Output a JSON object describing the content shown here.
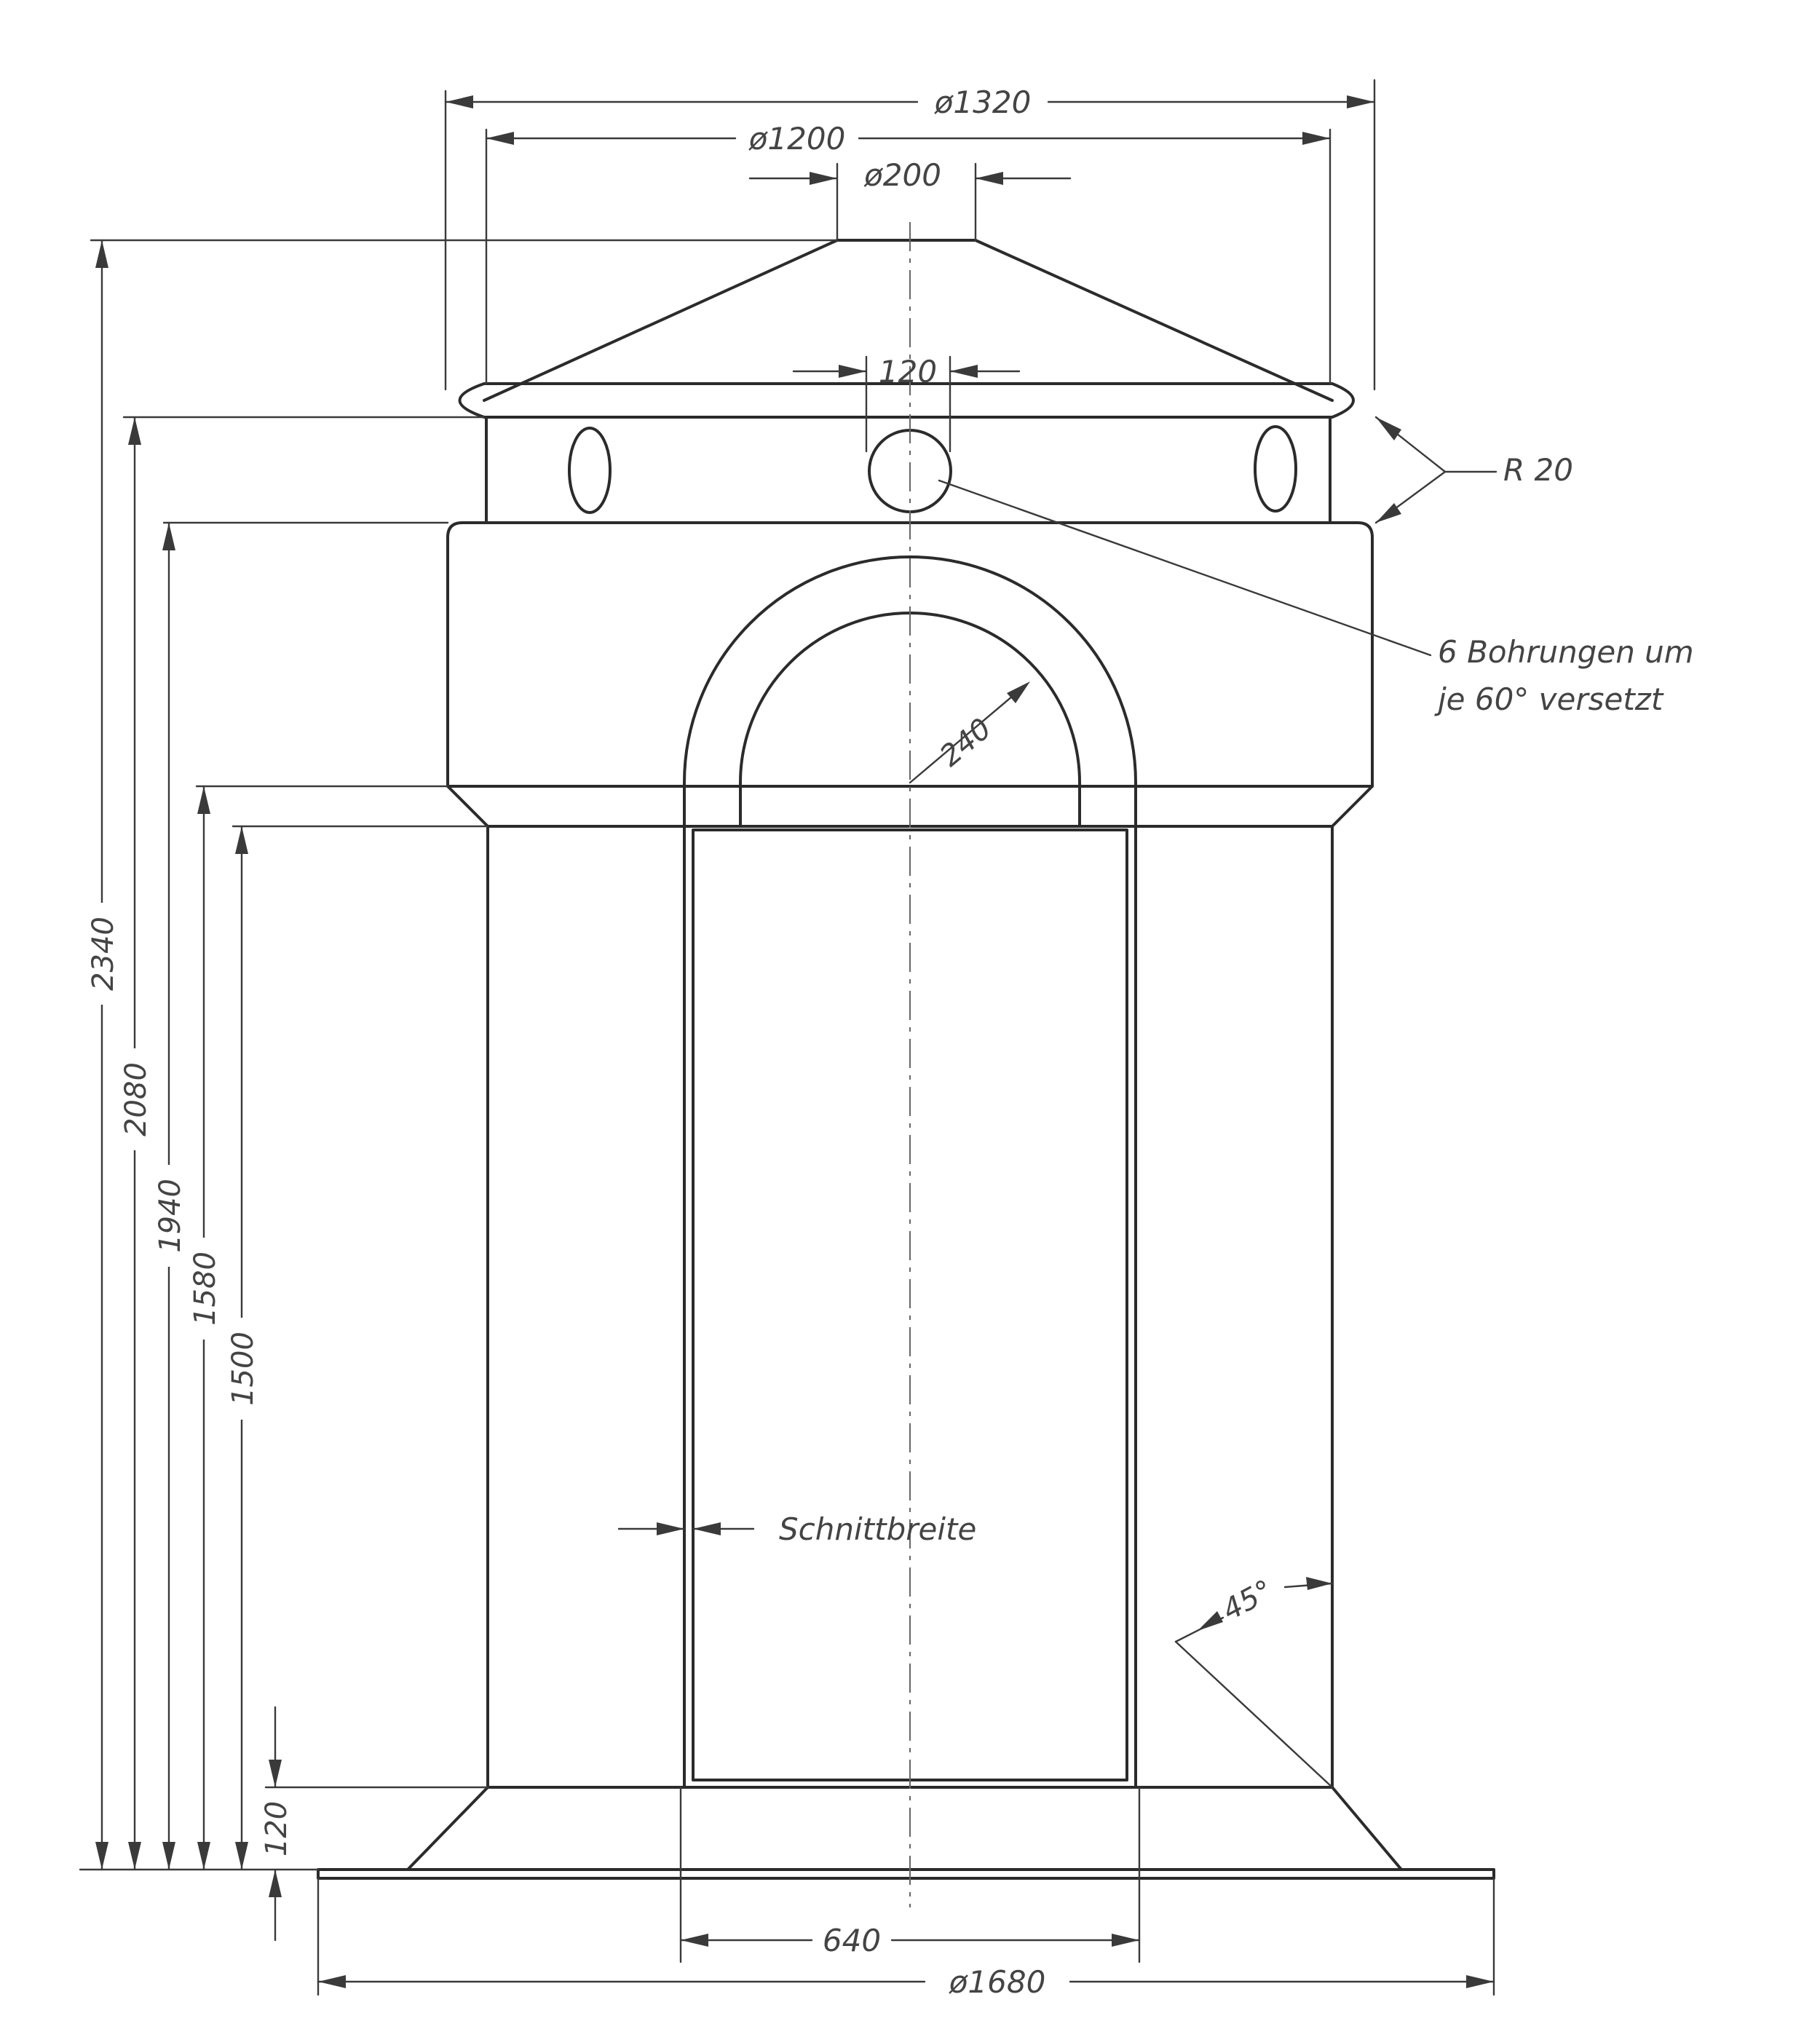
{
  "dimensions": {
    "d1320": "ø1320",
    "d1200": "ø1200",
    "d200": "ø200",
    "d120": "120",
    "r20": "R 20",
    "r240": "240",
    "h2340": "2340",
    "h2080": "2080",
    "h1940": "1940",
    "h1580": "1580",
    "h1500": "1500",
    "h120": "120",
    "angle45": "45°",
    "w640": "640",
    "d1680": "ø1680"
  },
  "notes": {
    "holes_line1": "6 Bohrungen um",
    "holes_line2": "je 60° versetzt",
    "cut_width": "Schnittbreite"
  }
}
